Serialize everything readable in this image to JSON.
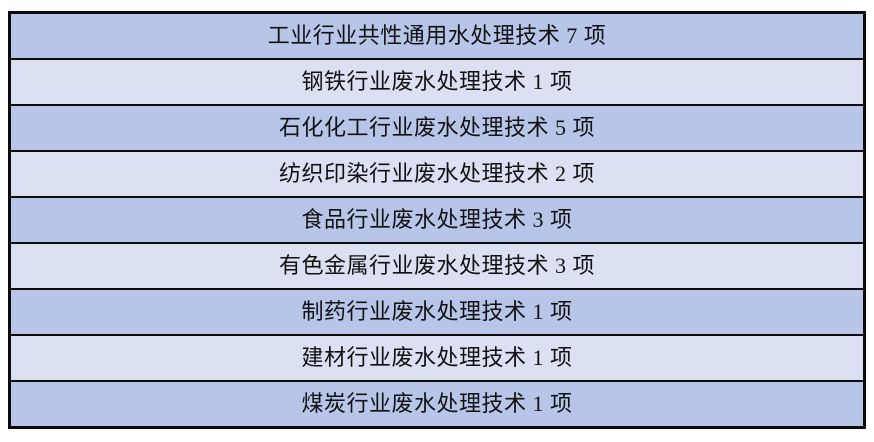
{
  "table": {
    "name": "industry-water-treatment-technology-counts",
    "rows": [
      {
        "label": "工业行业共性通用水处理技术 7 项",
        "shade": "dark"
      },
      {
        "label": "钢铁行业废水处理技术 1 项",
        "shade": "light"
      },
      {
        "label": "石化化工行业废水处理技术 5 项",
        "shade": "dark"
      },
      {
        "label": "纺织印染行业废水处理技术 2 项",
        "shade": "light"
      },
      {
        "label": "食品行业废水处理技术 3 项",
        "shade": "dark"
      },
      {
        "label": "有色金属行业废水处理技术 3 项",
        "shade": "light"
      },
      {
        "label": "制药行业废水处理技术 1 项",
        "shade": "dark"
      },
      {
        "label": "建材行业废水处理技术 1 项",
        "shade": "light"
      },
      {
        "label": "煤炭行业废水处理技术 1 项",
        "shade": "dark"
      }
    ],
    "colors": {
      "row_dark": "#b7c6e8",
      "row_light": "#dbe0f3",
      "border": "#0b0b0b",
      "text": "#111111",
      "page_background": "#ffffff"
    }
  }
}
